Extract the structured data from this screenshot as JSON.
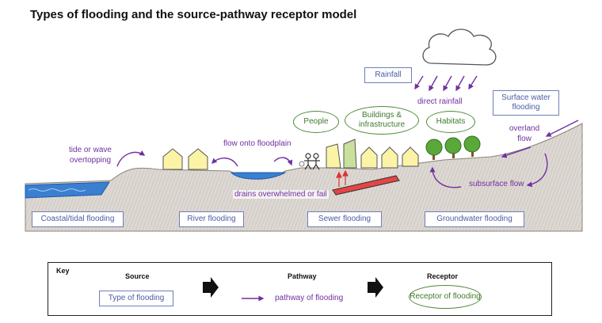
{
  "title": "Types of flooding and the source-pathway receptor model",
  "sources": {
    "rainfall": "Rainfall",
    "surface_water": "Surface water flooding",
    "coastal": "Coastal/tidal flooding",
    "river": "River flooding",
    "sewer": "Sewer flooding",
    "groundwater": "Groundwater flooding"
  },
  "receptors": {
    "people": "People",
    "buildings": "Buildings & infrastructure",
    "habitats": "Habitats"
  },
  "pathways": {
    "direct_rainfall": "direct rainfall",
    "overland_flow": "overland flow",
    "tide_wave": "tide or wave overtopping",
    "floodplain": "flow onto floodplain",
    "drains": "drains overwhelmed or fail",
    "subsurface": "subsurface flow"
  },
  "key": {
    "title": "Key",
    "source_head": "Source",
    "pathway_head": "Pathway",
    "receptor_head": "Receptor",
    "source_example": "Type of flooding",
    "pathway_example": "pathway of flooding",
    "receptor_example": "Receptor of flooding"
  },
  "colors": {
    "source_border": "#6f7fb8",
    "source_text": "#4a5da6",
    "pathway": "#7030a0",
    "receptor": "#3f7a2c",
    "water": "#3a7fd0",
    "ground": "#d9d4cf"
  }
}
